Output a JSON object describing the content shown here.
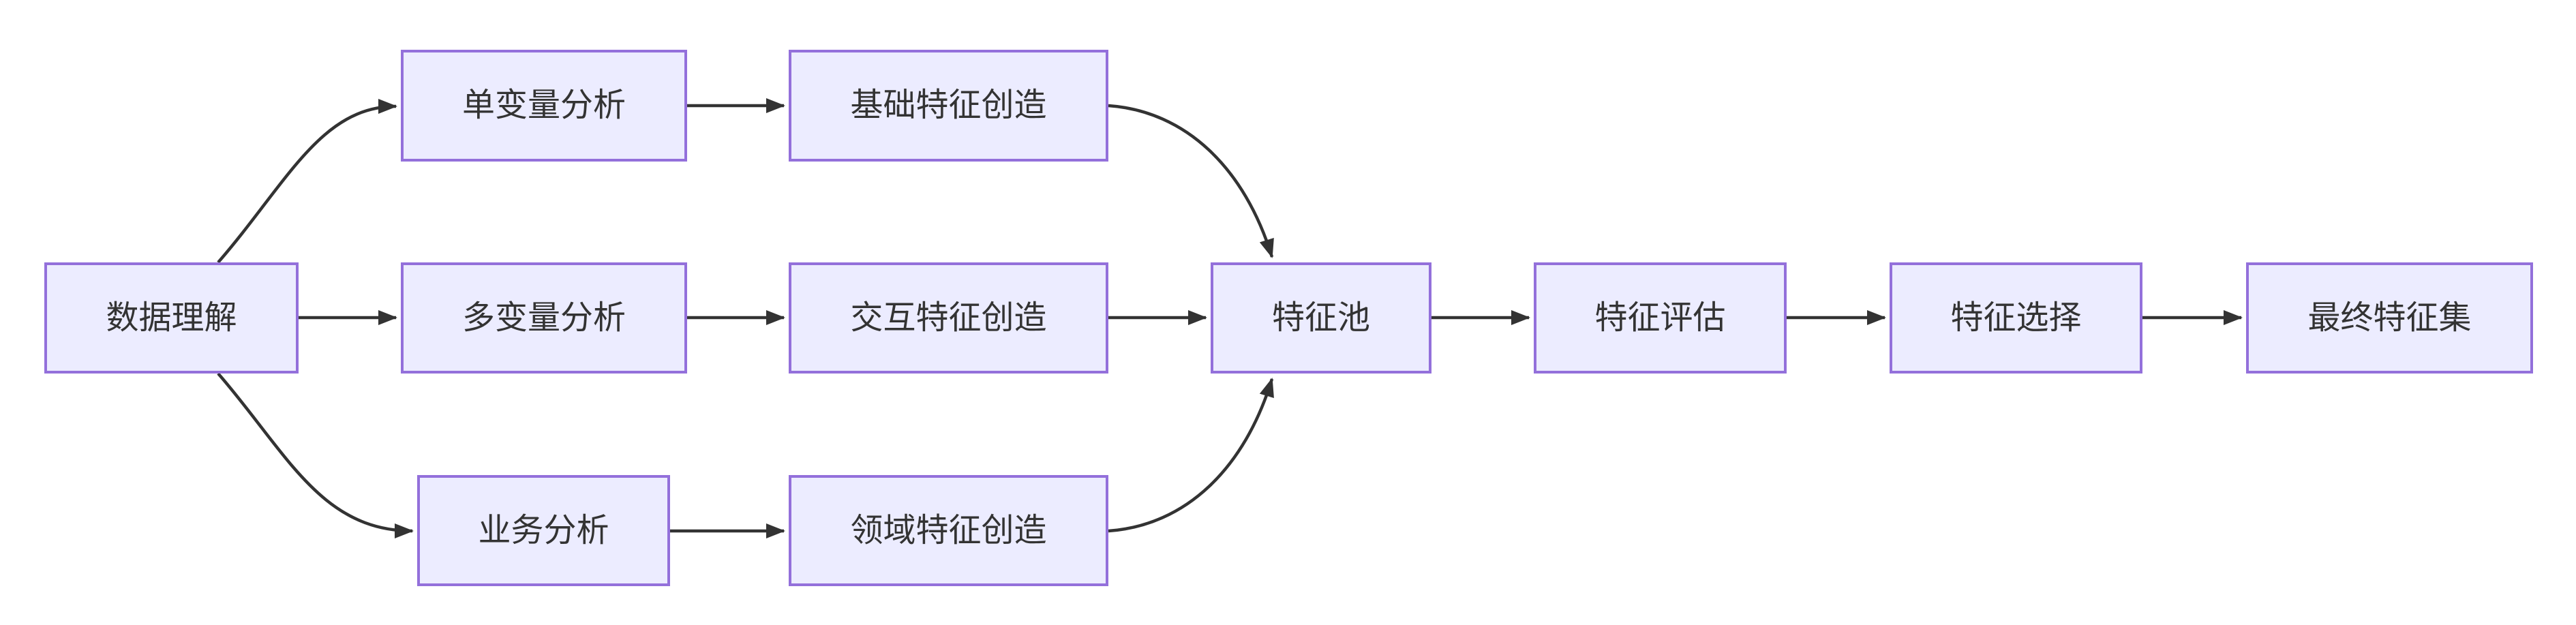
{
  "diagram": {
    "type": "flowchart",
    "direction": "left-to-right",
    "colors": {
      "background": "#FFFFFF",
      "node_fill": "#ECECFF",
      "node_border": "#9370DB",
      "node_text": "#333333",
      "edge": "#333333"
    },
    "nodes": {
      "data_understanding": {
        "label": "数据理解"
      },
      "univariate_analysis": {
        "label": "单变量分析"
      },
      "multivariate_analysis": {
        "label": "多变量分析"
      },
      "business_analysis": {
        "label": "业务分析"
      },
      "basic_feature_creation": {
        "label": "基础特征创造"
      },
      "interaction_feature_creation": {
        "label": "交互特征创造"
      },
      "domain_feature_creation": {
        "label": "领域特征创造"
      },
      "feature_pool": {
        "label": "特征池"
      },
      "feature_evaluation": {
        "label": "特征评估"
      },
      "feature_selection": {
        "label": "特征选择"
      },
      "final_feature_set": {
        "label": "最终特征集"
      }
    },
    "edges": [
      {
        "from": "数据理解",
        "to": "单变量分析"
      },
      {
        "from": "数据理解",
        "to": "多变量分析"
      },
      {
        "from": "数据理解",
        "to": "业务分析"
      },
      {
        "from": "单变量分析",
        "to": "基础特征创造"
      },
      {
        "from": "多变量分析",
        "to": "交互特征创造"
      },
      {
        "from": "业务分析",
        "to": "领域特征创造"
      },
      {
        "from": "基础特征创造",
        "to": "特征池"
      },
      {
        "from": "交互特征创造",
        "to": "特征池"
      },
      {
        "from": "领域特征创造",
        "to": "特征池"
      },
      {
        "from": "特征池",
        "to": "特征评估"
      },
      {
        "from": "特征评估",
        "to": "特征选择"
      },
      {
        "from": "特征选择",
        "to": "最终特征集"
      }
    ]
  }
}
